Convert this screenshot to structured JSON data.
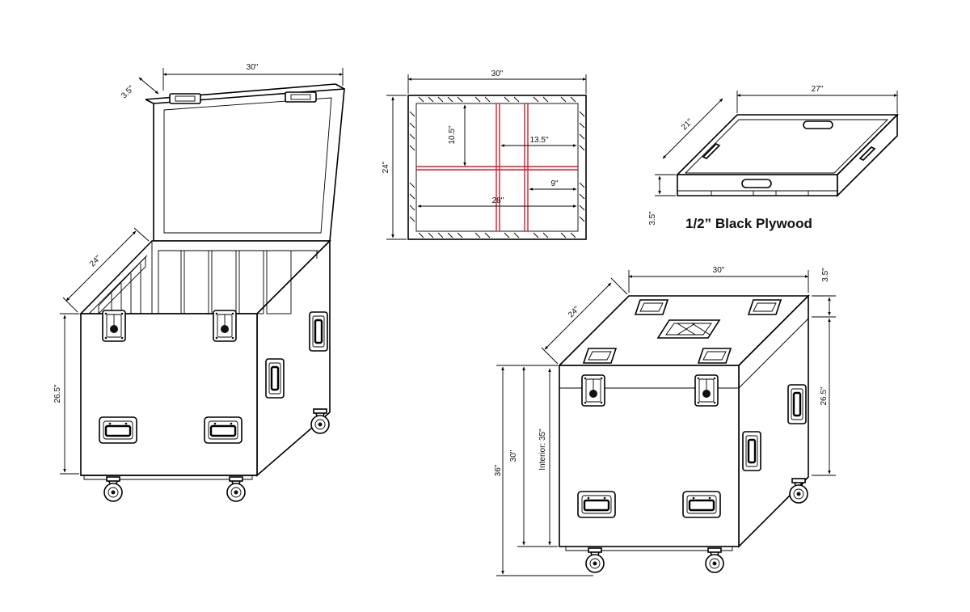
{
  "dims": {
    "open_width": "30\"",
    "open_lid": "3.5\"",
    "open_depth": "24\"",
    "open_height": "26.5\"",
    "top_width": "30\"",
    "top_depth": "24\"",
    "top_10_5": "10.5\"",
    "top_13_5": "13.5\"",
    "top_9": "9\"",
    "top_28": "28\"",
    "tray_width": "27\"",
    "tray_depth": "21\"",
    "tray_height": "3.5\"",
    "closed_width": "30\"",
    "closed_depth": "24\"",
    "closed_lid": "3.5\"",
    "closed_body": "26.5\"",
    "closed_36": "36\"",
    "closed_30": "30\"",
    "closed_interior": "Interior: 35\""
  },
  "tray_label": "1/2” Black Plywood",
  "colors": {
    "line": "#000000",
    "divider": "#d81e2a"
  }
}
